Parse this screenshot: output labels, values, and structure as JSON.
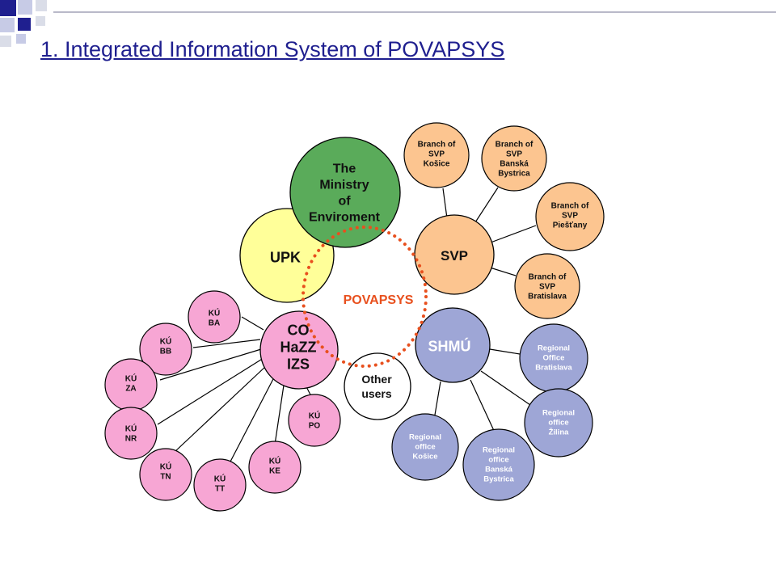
{
  "title": "1. Integrated Information System of POVAPSYS",
  "colors": {
    "title": "#1f1f8f",
    "upk": "#ffff99",
    "ministry": "#5aab5a",
    "svp": "#fcc590",
    "shmu": "#9ea6d6",
    "ku": "#f7a6d4",
    "other": "#ffffff",
    "dotted_ring": "#e8501e",
    "povapsys_label": "#e8501e"
  },
  "nodes": {
    "ministry": [
      "The",
      "Ministry",
      "of",
      "Enviroment"
    ],
    "upk": [
      "UPK"
    ],
    "svp": [
      "SVP"
    ],
    "shmu": [
      "SHMÚ"
    ],
    "co": [
      "CO",
      "HaZZ",
      "IZS"
    ],
    "other": [
      "Other",
      "users"
    ],
    "svp_kosice": [
      "Branch of",
      "SVP",
      "Košice"
    ],
    "svp_bb": [
      "Branch of",
      "SVP",
      "Banská",
      "Bystrica"
    ],
    "svp_piestany": [
      "Branch of",
      "SVP",
      "Piešťany"
    ],
    "svp_ba": [
      "Branch of",
      "SVP",
      "Bratislava"
    ],
    "ro_ba": [
      "Regional",
      "Office",
      "Bratislava"
    ],
    "ro_za": [
      "Regional",
      "office",
      "Žilina"
    ],
    "ro_bb": [
      "Regional",
      "office",
      "Banská",
      "Bystrica"
    ],
    "ro_ke": [
      "Regional",
      "office",
      "Košice"
    ],
    "ku_ba": [
      "KÚ",
      "BA"
    ],
    "ku_bb": [
      "KÚ",
      "BB"
    ],
    "ku_za": [
      "KÚ",
      "ZA"
    ],
    "ku_nr": [
      "KÚ",
      "NR"
    ],
    "ku_tn": [
      "KÚ",
      "TN"
    ],
    "ku_tt": [
      "KÚ",
      "TT"
    ],
    "ku_ke": [
      "KÚ",
      "KE"
    ],
    "ku_po": [
      "KÚ",
      "PO"
    ]
  },
  "povapsys_label": "POVAPSYS"
}
